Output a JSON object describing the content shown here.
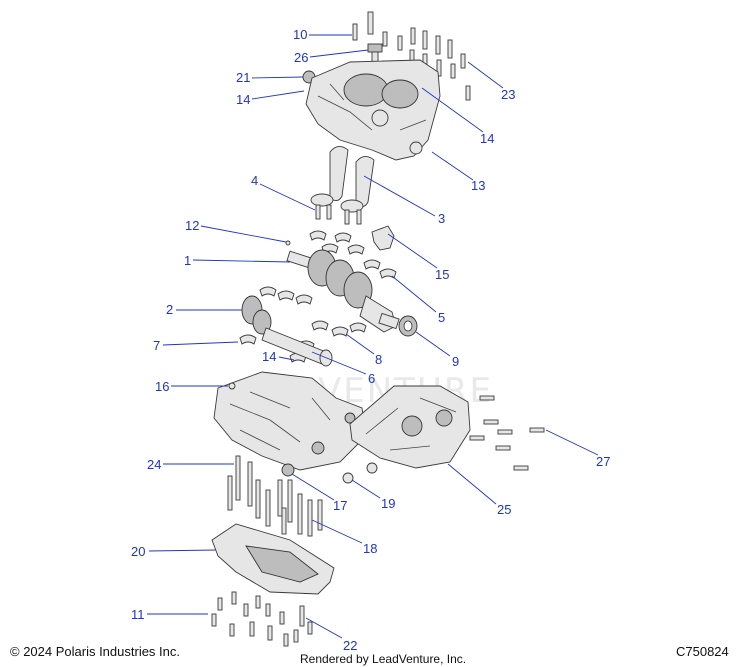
{
  "callouts": {
    "c1": "1",
    "c2": "2",
    "c3": "3",
    "c4": "4",
    "c5": "5",
    "c6": "6",
    "c7": "7",
    "c8": "8",
    "c9": "9",
    "c10": "10",
    "c11": "11",
    "c12": "12",
    "c13": "13",
    "c14a": "14",
    "c14b": "14",
    "c14c": "14",
    "c15": "15",
    "c16": "16",
    "c17": "17",
    "c18": "18",
    "c19": "19",
    "c20": "20",
    "c21": "21",
    "c22": "22",
    "c23": "23",
    "c24": "24",
    "c25": "25",
    "c26": "26",
    "c27": "27"
  },
  "footer": {
    "copyright": "© 2024 Polaris Industries Inc.",
    "rendered_by": "Rendered by LeadVenture, Inc.",
    "diagram_code": "C750824"
  },
  "watermark": "VENTURE",
  "colors": {
    "callout": "#1f35c9",
    "line_art": "#3a3a3a"
  }
}
